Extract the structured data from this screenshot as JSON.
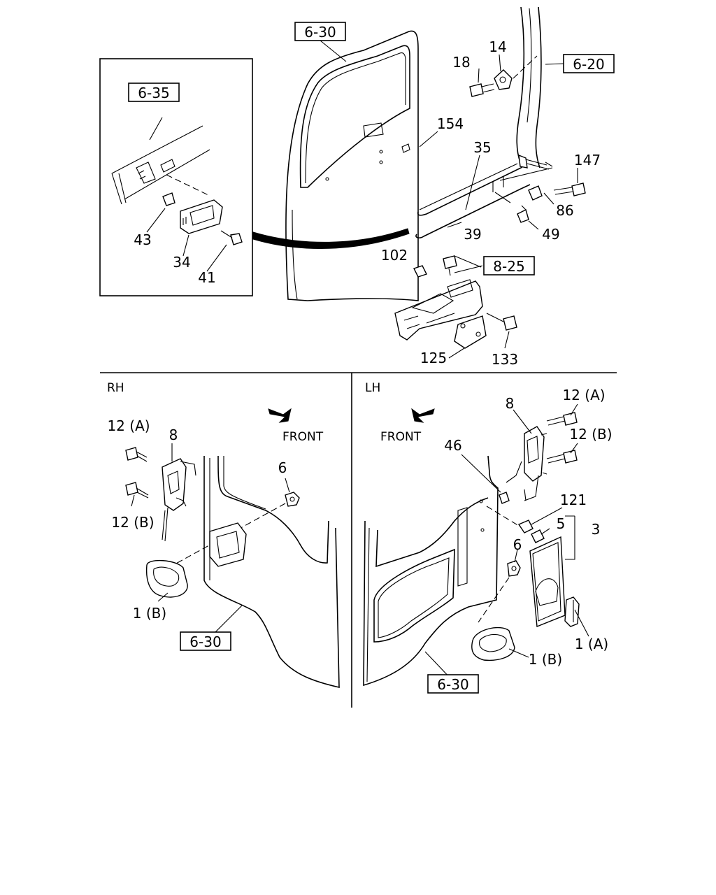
{
  "sections": {
    "rh": "RH",
    "lh": "LH"
  },
  "direction": {
    "rh_front": "FRONT",
    "lh_front": "FRONT"
  },
  "refs": {
    "r630_top": "6-30",
    "r635": "6-35",
    "r620": "6-20",
    "r825": "8-25",
    "r630_rh": "6-30",
    "r630_lh": "6-30"
  },
  "labels": {
    "l18": "18",
    "l14": "14",
    "l154": "154",
    "l35": "35",
    "l147": "147",
    "l86": "86",
    "l39": "39",
    "l49": "49",
    "l102": "102",
    "l125": "125",
    "l133": "133",
    "l43": "43",
    "l34": "34",
    "l41": "41",
    "rh_12a": "12 (A)",
    "rh_8": "8",
    "rh_12b": "12 (B)",
    "rh_6": "6",
    "rh_1b": "1 (B)",
    "lh_8": "8",
    "lh_12a": "12 (A)",
    "lh_12b": "12 (B)",
    "lh_46": "46",
    "lh_121": "121",
    "lh_5": "5",
    "lh_3": "3",
    "lh_6": "6",
    "lh_1a": "1 (A)",
    "lh_1b": "1 (B)"
  },
  "icons": {
    "front_arrow": "front-arrow-icon"
  }
}
